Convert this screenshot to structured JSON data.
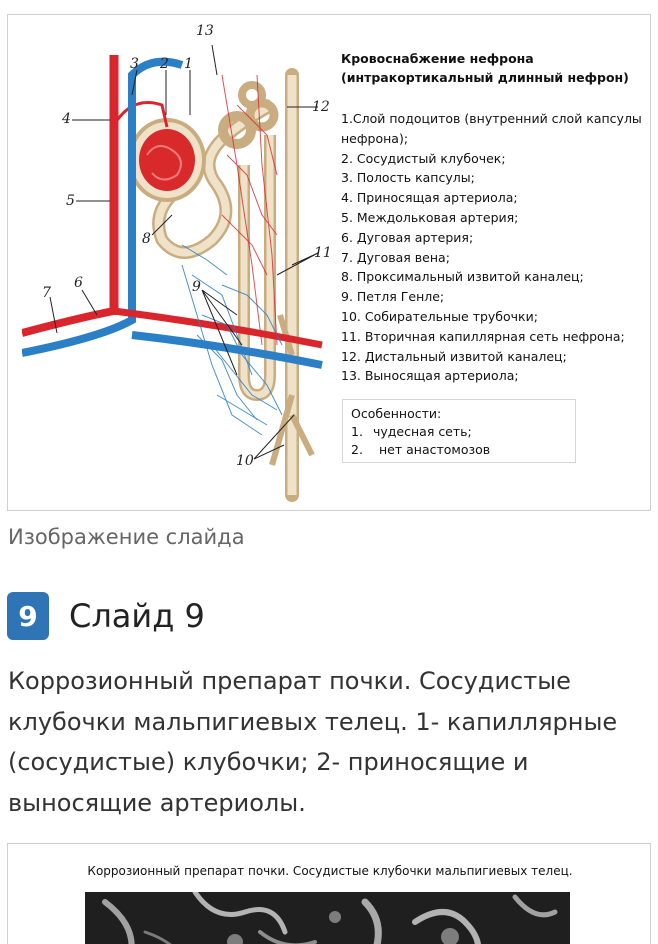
{
  "slide1": {
    "title_line1": "Кровоснабжение нефрона",
    "title_line2": "(интракортикальный длинный нефрон)",
    "legend": [
      "1.Слой подоцитов (внутренний слой капсулы нефрона);",
      "2. Сосудистый клубочек;",
      "3. Полость капсулы;",
      "4. Приносящая артериола;",
      "5. Междольковая артерия;",
      "6. Дуговая артерия;",
      "7. Дуговая вена;",
      "8. Проксимальный извитой каналец;",
      "9. Петля Генле;",
      "10. Собирательные трубочки;",
      "11. Вторичная капиллярная сеть нефрона;",
      "12. Дистальный извитой каналец;",
      "13. Выносящая артериола;"
    ],
    "features_title": "Особенности:",
    "features": [
      {
        "num": "1.",
        "text": "чудесная сеть;"
      },
      {
        "num": "2.",
        "text": "нет анастомозов"
      }
    ],
    "diagram_labels": {
      "l1": "1",
      "l2": "2",
      "l3": "3",
      "l4": "4",
      "l5": "5",
      "l6": "6",
      "l7": "7",
      "l8": "8",
      "l9": "9",
      "l10": "10",
      "l11": "11",
      "l12": "12",
      "l13": "13"
    }
  },
  "caption": "Изображение слайда",
  "slide_heading": {
    "number": "9",
    "title": "Слайд 9"
  },
  "description": "Коррозионный препарат почки. Сосудистые клубочки мальпигиевых телец. 1- капиллярные (сосудистые) клубочки; 2- приносящие и выносящие артериолы.",
  "slide2": {
    "title": "Коррозионный препарат почки. Сосудистые клубочки мальпигиевых телец."
  },
  "colors": {
    "accent": "#2f75b5",
    "artery": "#d9262c",
    "vein": "#2b7fc6",
    "tubule": "#d8c4a0"
  }
}
